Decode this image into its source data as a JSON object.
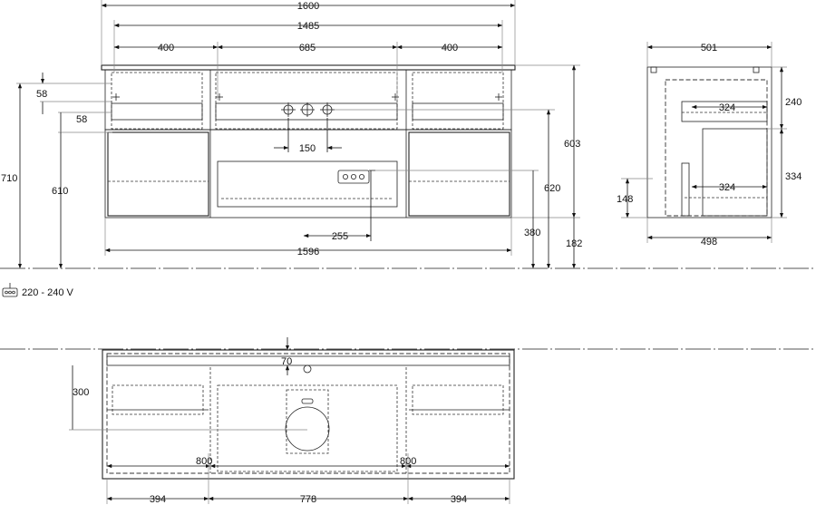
{
  "front_view": {
    "dims": {
      "overall_width": "1600",
      "inner_width": "1485",
      "left_module": "400",
      "center_module": "685",
      "right_module": "400",
      "top_drawer_height_1": "58",
      "top_drawer_height_2": "58",
      "total_height": "710",
      "height_610": "610",
      "tap_spacing": "150",
      "cabinet_height": "603",
      "height_620": "620",
      "socket_offset": "255",
      "base_width": "1596",
      "socket_height": "380",
      "floor_clearance": "182"
    },
    "power_label": "220 - 240 V"
  },
  "side_view": {
    "dims": {
      "depth_top": "501",
      "drawer_depth_1": "324",
      "drawer_depth_2": "324",
      "height_240": "240",
      "height_334": "334",
      "height_148": "148",
      "depth_bottom": "498"
    }
  },
  "plan_view": {
    "dims": {
      "depth_300": "300",
      "offset_70": "70",
      "left_800": "800",
      "right_800": "800",
      "left_394": "394",
      "center_778": "778",
      "right_394": "394"
    }
  }
}
